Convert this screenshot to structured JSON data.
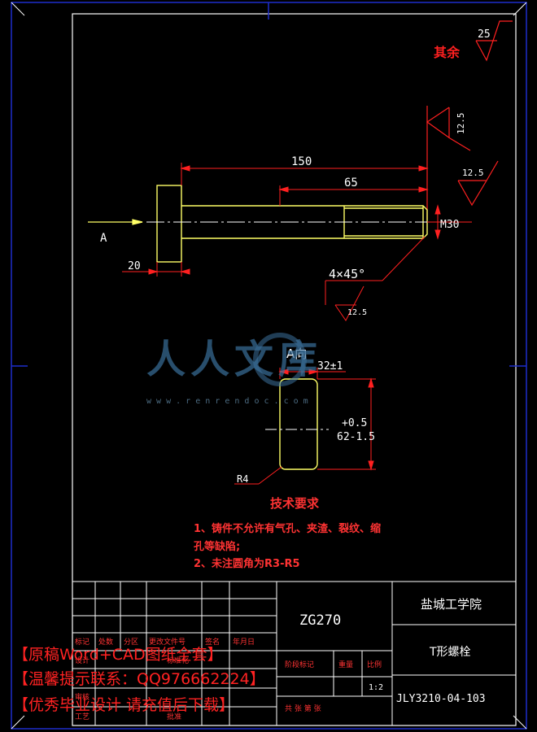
{
  "drawing": {
    "surface_finish_other_label": "其余",
    "surface_finish_other_value": "25",
    "surface_finish_face_value": "12.5",
    "surface_finish_end_value": "12.5",
    "surface_finish_chamfer_value": "12.5",
    "dim_total_length": "150",
    "dim_thread_length": "65",
    "dim_head_thickness": "20",
    "thread_spec": "M30",
    "chamfer_spec": "4×45°",
    "view_arrow_label": "A",
    "view_title": "A向",
    "dim_width": "32±1",
    "dim_height_upper": "+0.5",
    "dim_height_lower": "62-1.5",
    "corner_radius": "R4",
    "tech_req_title": "技术要求",
    "tech_req_line1": "1、铸件不允许有气孔、夹渣、裂纹、缩",
    "tech_req_line2": "孔等缺陷;",
    "tech_req_line3": "2、未注圆角为R3-R5"
  },
  "title_block": {
    "material": "ZG270",
    "school": "盐城工学院",
    "part_name": "T形螺栓",
    "drawing_number": "JLY3210-04-103",
    "header_labels": [
      "标记",
      "处数",
      "分区",
      "更改文件号",
      "签名",
      "年月日"
    ],
    "stage_mark_label": "阶段标记",
    "weight_label": "重量",
    "scale_label": "比例",
    "scale_value": "1:2",
    "design_label": "设计",
    "review_label": "审核",
    "process_label": "工艺",
    "standardize_label": "标准化",
    "approve_label": "批准",
    "sheets_label": "共  张  第  张"
  },
  "watermark": {
    "brand": "人人文库",
    "url": "w w w . r e n r e n d o c . c o m"
  },
  "overlay": {
    "line1": "【原稿Word+CAD图纸全套】",
    "line2": "【温馨提示联系：QQ976662224】",
    "line3": "【优秀毕业设计 请充值后下载】"
  },
  "colors": {
    "background": "#000000",
    "border": "#1e2dcc",
    "frame": "#ffffff",
    "dimension": "#ff2020",
    "outline": "#ffff66",
    "text": "#ffffff",
    "highlight": "#ff2222"
  }
}
